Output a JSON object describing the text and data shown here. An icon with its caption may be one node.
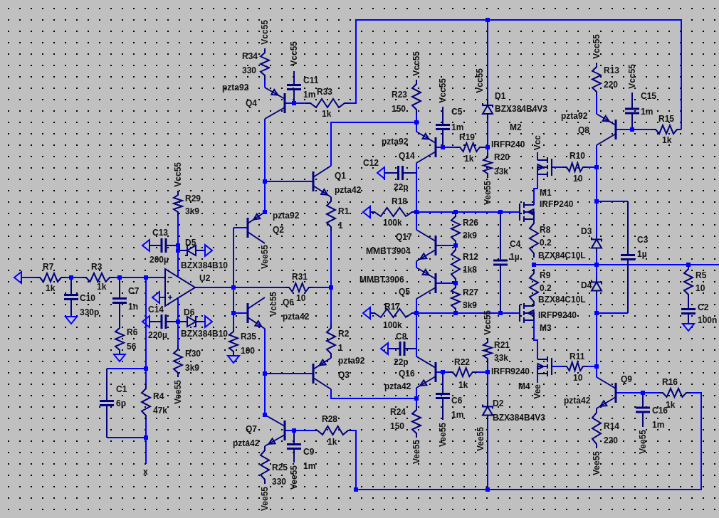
{
  "diagram": {
    "labels": [
      "Vcc55",
      "R34",
      "330",
      "Vcc55",
      "C11",
      "1m",
      "pzta92",
      "Q4",
      "R33",
      "1k",
      "Vcc55",
      "R23",
      "150",
      "Vcc55",
      "C5",
      "1m",
      "Vcc55",
      "D1",
      "BZX384B4V3",
      "pzta92",
      "Q8",
      "Vcc55",
      "R13",
      "220",
      "Vcc55",
      "C15",
      "1m",
      "R15",
      "1k",
      "M2",
      "Vcc",
      "IRFP240",
      "pzta92",
      "Q14",
      "R19",
      "1k",
      "R20",
      "33k",
      "Vee55",
      "R10",
      "10",
      "Q1",
      "pzta42",
      "C12",
      "22p",
      "M1",
      "IRFP240",
      "R1",
      "1",
      "Vcc55",
      "R29",
      "3k9",
      "pzta92",
      "Q2",
      "R18",
      "100k",
      "R26",
      "3k9",
      "C3",
      "1µ",
      "C4",
      "1µ",
      "R8",
      "0.2",
      "D3",
      "BZX84C10L",
      "C13",
      "D5",
      "200µ",
      "Q17",
      "MMBT3904",
      "R12",
      "1k8",
      "BZX384B10",
      "U2",
      "R7",
      "1k",
      "R3",
      "1k",
      "C10",
      "330p",
      "C7",
      "1n",
      "R31",
      "10",
      "R9",
      "0.2",
      "R5",
      "10",
      "MMBT3906",
      "Q5",
      "R27",
      "3k9",
      "D4",
      "BZX84C10L",
      "Vee55",
      "Vcc55",
      "C14",
      "D6",
      "220µ",
      "BZX384B10",
      "Q6",
      "pzta42",
      "R17",
      "100k",
      "C8",
      "22p",
      "Vcc55",
      "R21",
      "33k",
      "IRFP9240",
      "M3",
      "C2",
      "100n",
      "R6",
      "56",
      "R30",
      "3k9",
      "Vee55",
      "R35",
      "100",
      "R2",
      "1",
      "pzta92",
      "Q3",
      "R22",
      "1k",
      "Q16",
      "pzta42",
      "IRFP9240",
      "M4",
      "Vee",
      "R11",
      "10",
      "Q9",
      "pzta42",
      "R16",
      "1k",
      "C1",
      "6p",
      "R4",
      "47k",
      "R24",
      "150",
      "C6",
      "1m",
      "D2",
      "BZX384B4V3",
      "Vee55",
      "Vee55",
      "Vee55",
      "C16",
      "1m",
      "Vee55",
      "R14",
      "220",
      "Vee55",
      "Q7",
      "pzta42",
      "R28",
      "1k",
      "C9",
      "1m",
      "Vee55",
      "R25",
      "330",
      "Vee55",
      "x"
    ]
  }
}
